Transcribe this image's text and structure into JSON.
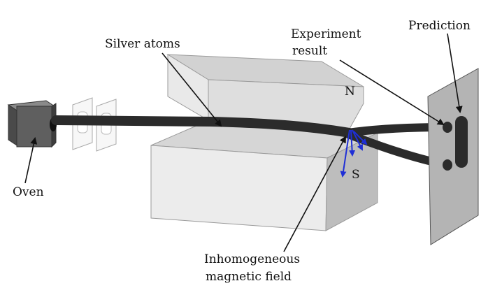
{
  "labels": {
    "silver_atoms": "Silver atoms",
    "experiment_result_line1": "Experiment",
    "experiment_result_line2": "result",
    "prediction": "Prediction",
    "oven": "Oven",
    "field_line1": "Inhomogeneous",
    "field_line2": "magnetic field",
    "north_pole": "N",
    "south_pole": "S"
  },
  "colors": {
    "beam": "#2b2b2b",
    "field_arrows": "#1f2fd6",
    "magnet_face": "#e7e7e7",
    "magnet_top": "#d4d4d4",
    "magnet_side": "#bdbdbd",
    "screen": "#b4b4b4",
    "oven": "#5e5e5e"
  }
}
